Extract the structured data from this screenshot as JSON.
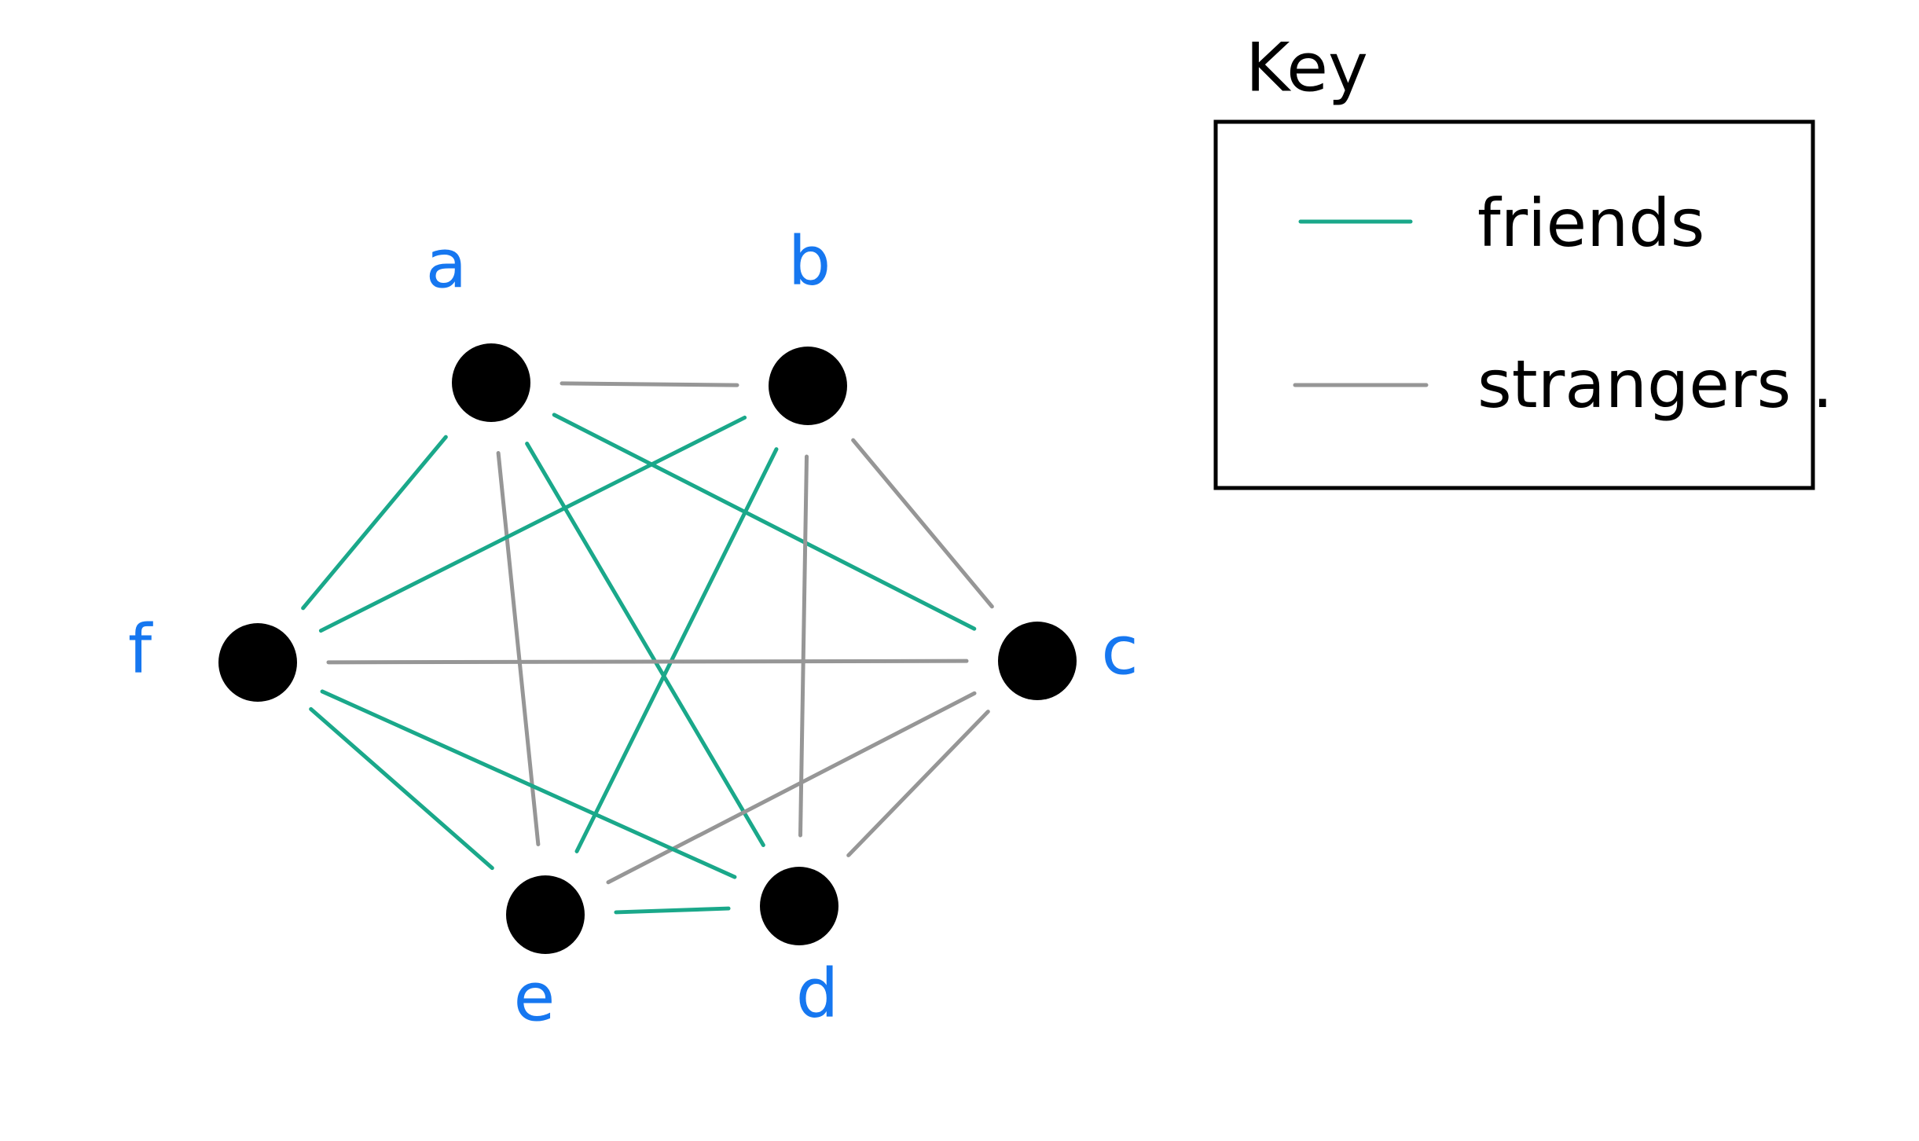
{
  "graph": {
    "nodes": [
      {
        "id": "a",
        "label": "a"
      },
      {
        "id": "b",
        "label": "b"
      },
      {
        "id": "c",
        "label": "c"
      },
      {
        "id": "d",
        "label": "d"
      },
      {
        "id": "e",
        "label": "e"
      },
      {
        "id": "f",
        "label": "f"
      }
    ],
    "edges": [
      {
        "from": "a",
        "to": "b",
        "type": "strangers"
      },
      {
        "from": "a",
        "to": "c",
        "type": "friends"
      },
      {
        "from": "a",
        "to": "d",
        "type": "friends"
      },
      {
        "from": "a",
        "to": "e",
        "type": "strangers"
      },
      {
        "from": "a",
        "to": "f",
        "type": "friends"
      },
      {
        "from": "b",
        "to": "c",
        "type": "strangers"
      },
      {
        "from": "b",
        "to": "d",
        "type": "strangers"
      },
      {
        "from": "b",
        "to": "e",
        "type": "friends"
      },
      {
        "from": "b",
        "to": "f",
        "type": "friends"
      },
      {
        "from": "c",
        "to": "d",
        "type": "strangers"
      },
      {
        "from": "c",
        "to": "e",
        "type": "strangers"
      },
      {
        "from": "c",
        "to": "f",
        "type": "strangers"
      },
      {
        "from": "d",
        "to": "e",
        "type": "friends"
      },
      {
        "from": "d",
        "to": "f",
        "type": "friends"
      },
      {
        "from": "e",
        "to": "f",
        "type": "friends"
      }
    ]
  },
  "key": {
    "title": "Key",
    "items": [
      {
        "type": "friends",
        "label": "friends"
      },
      {
        "type": "strangers",
        "label": "strangers ."
      }
    ]
  },
  "colors": {
    "friends": "#1aa88a",
    "strangers": "#969696",
    "node": "#000000",
    "node_label": "#1677f0",
    "ink": "#000000"
  }
}
